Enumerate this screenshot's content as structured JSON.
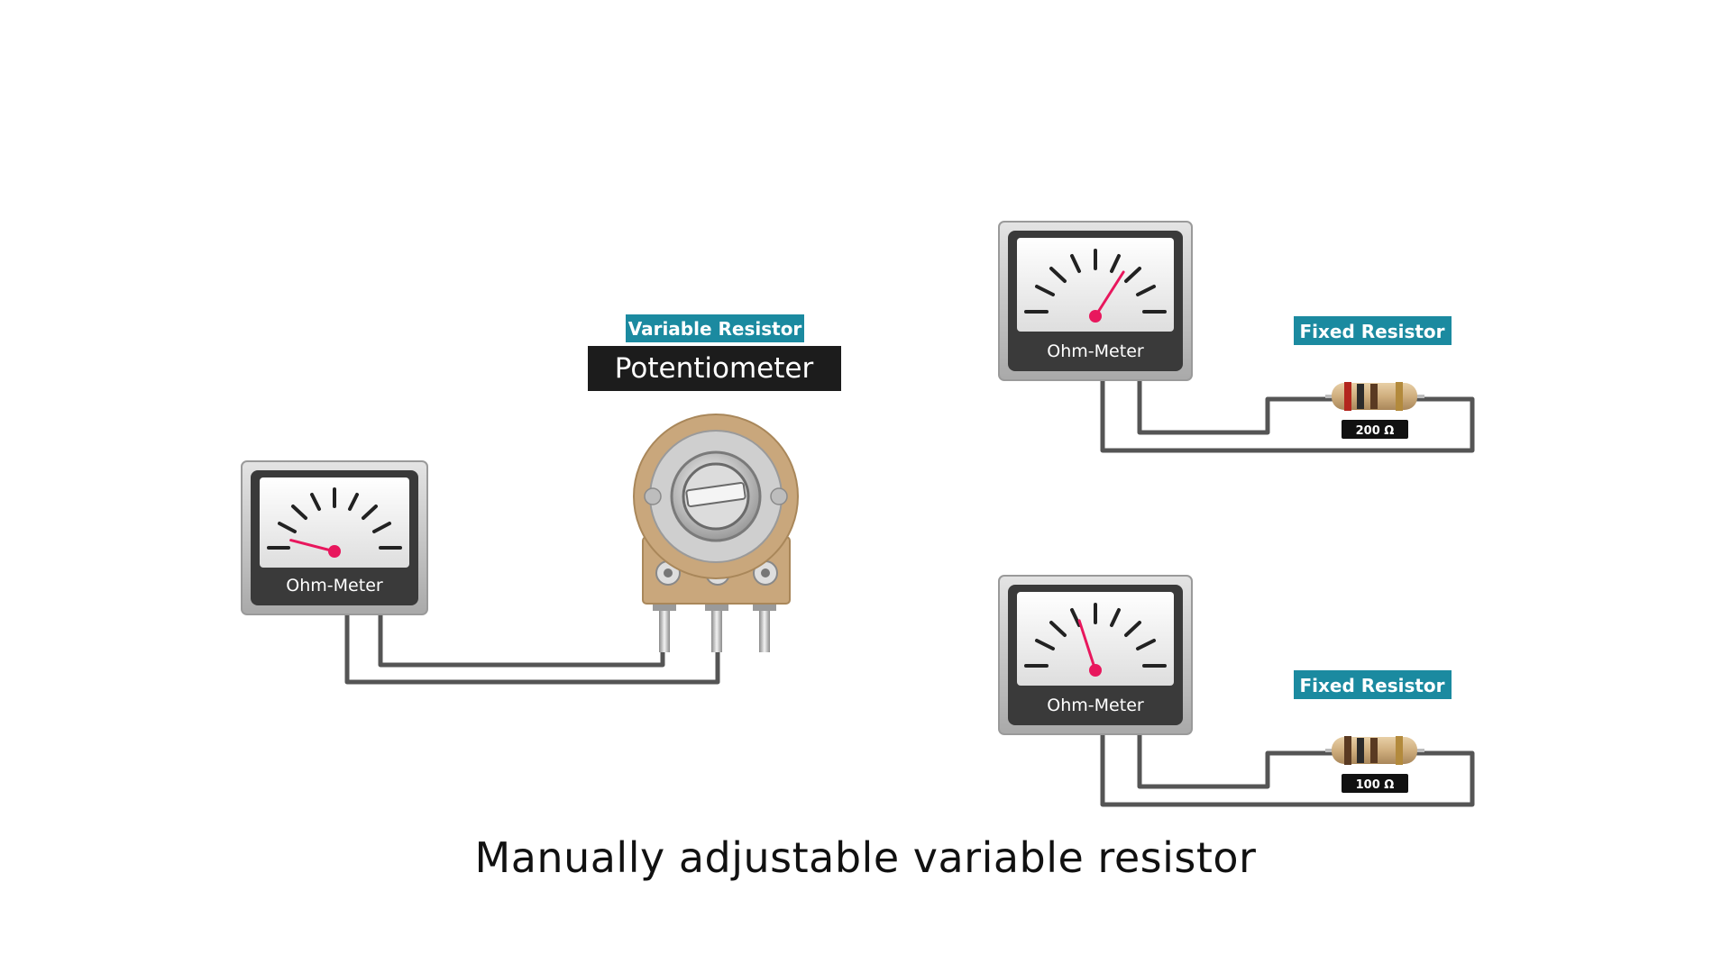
{
  "caption": "Manually adjustable variable resistor",
  "variable": {
    "tag": "Variable Resistor",
    "title": "Potentiometer",
    "meter_label": "Ohm-Meter",
    "needle_level": 0.08
  },
  "fixed_1": {
    "tag": "Fixed Resistor",
    "meter_label": "Ohm-Meter",
    "value_label": "200 Ω",
    "needle_level": 0.68
  },
  "fixed_2": {
    "tag": "Fixed Resistor",
    "meter_label": "Ohm-Meter",
    "value_label": "100 Ω",
    "needle_level": 0.4
  },
  "colors": {
    "tag_bg": "#1b8aa0",
    "title_bg": "#1c1c1c",
    "needle": "#e8175d",
    "wire": "#555555",
    "meter_frame": "#c9c9c9",
    "meter_body": "#3a3a3a",
    "pot_body": "#c9a77c"
  }
}
